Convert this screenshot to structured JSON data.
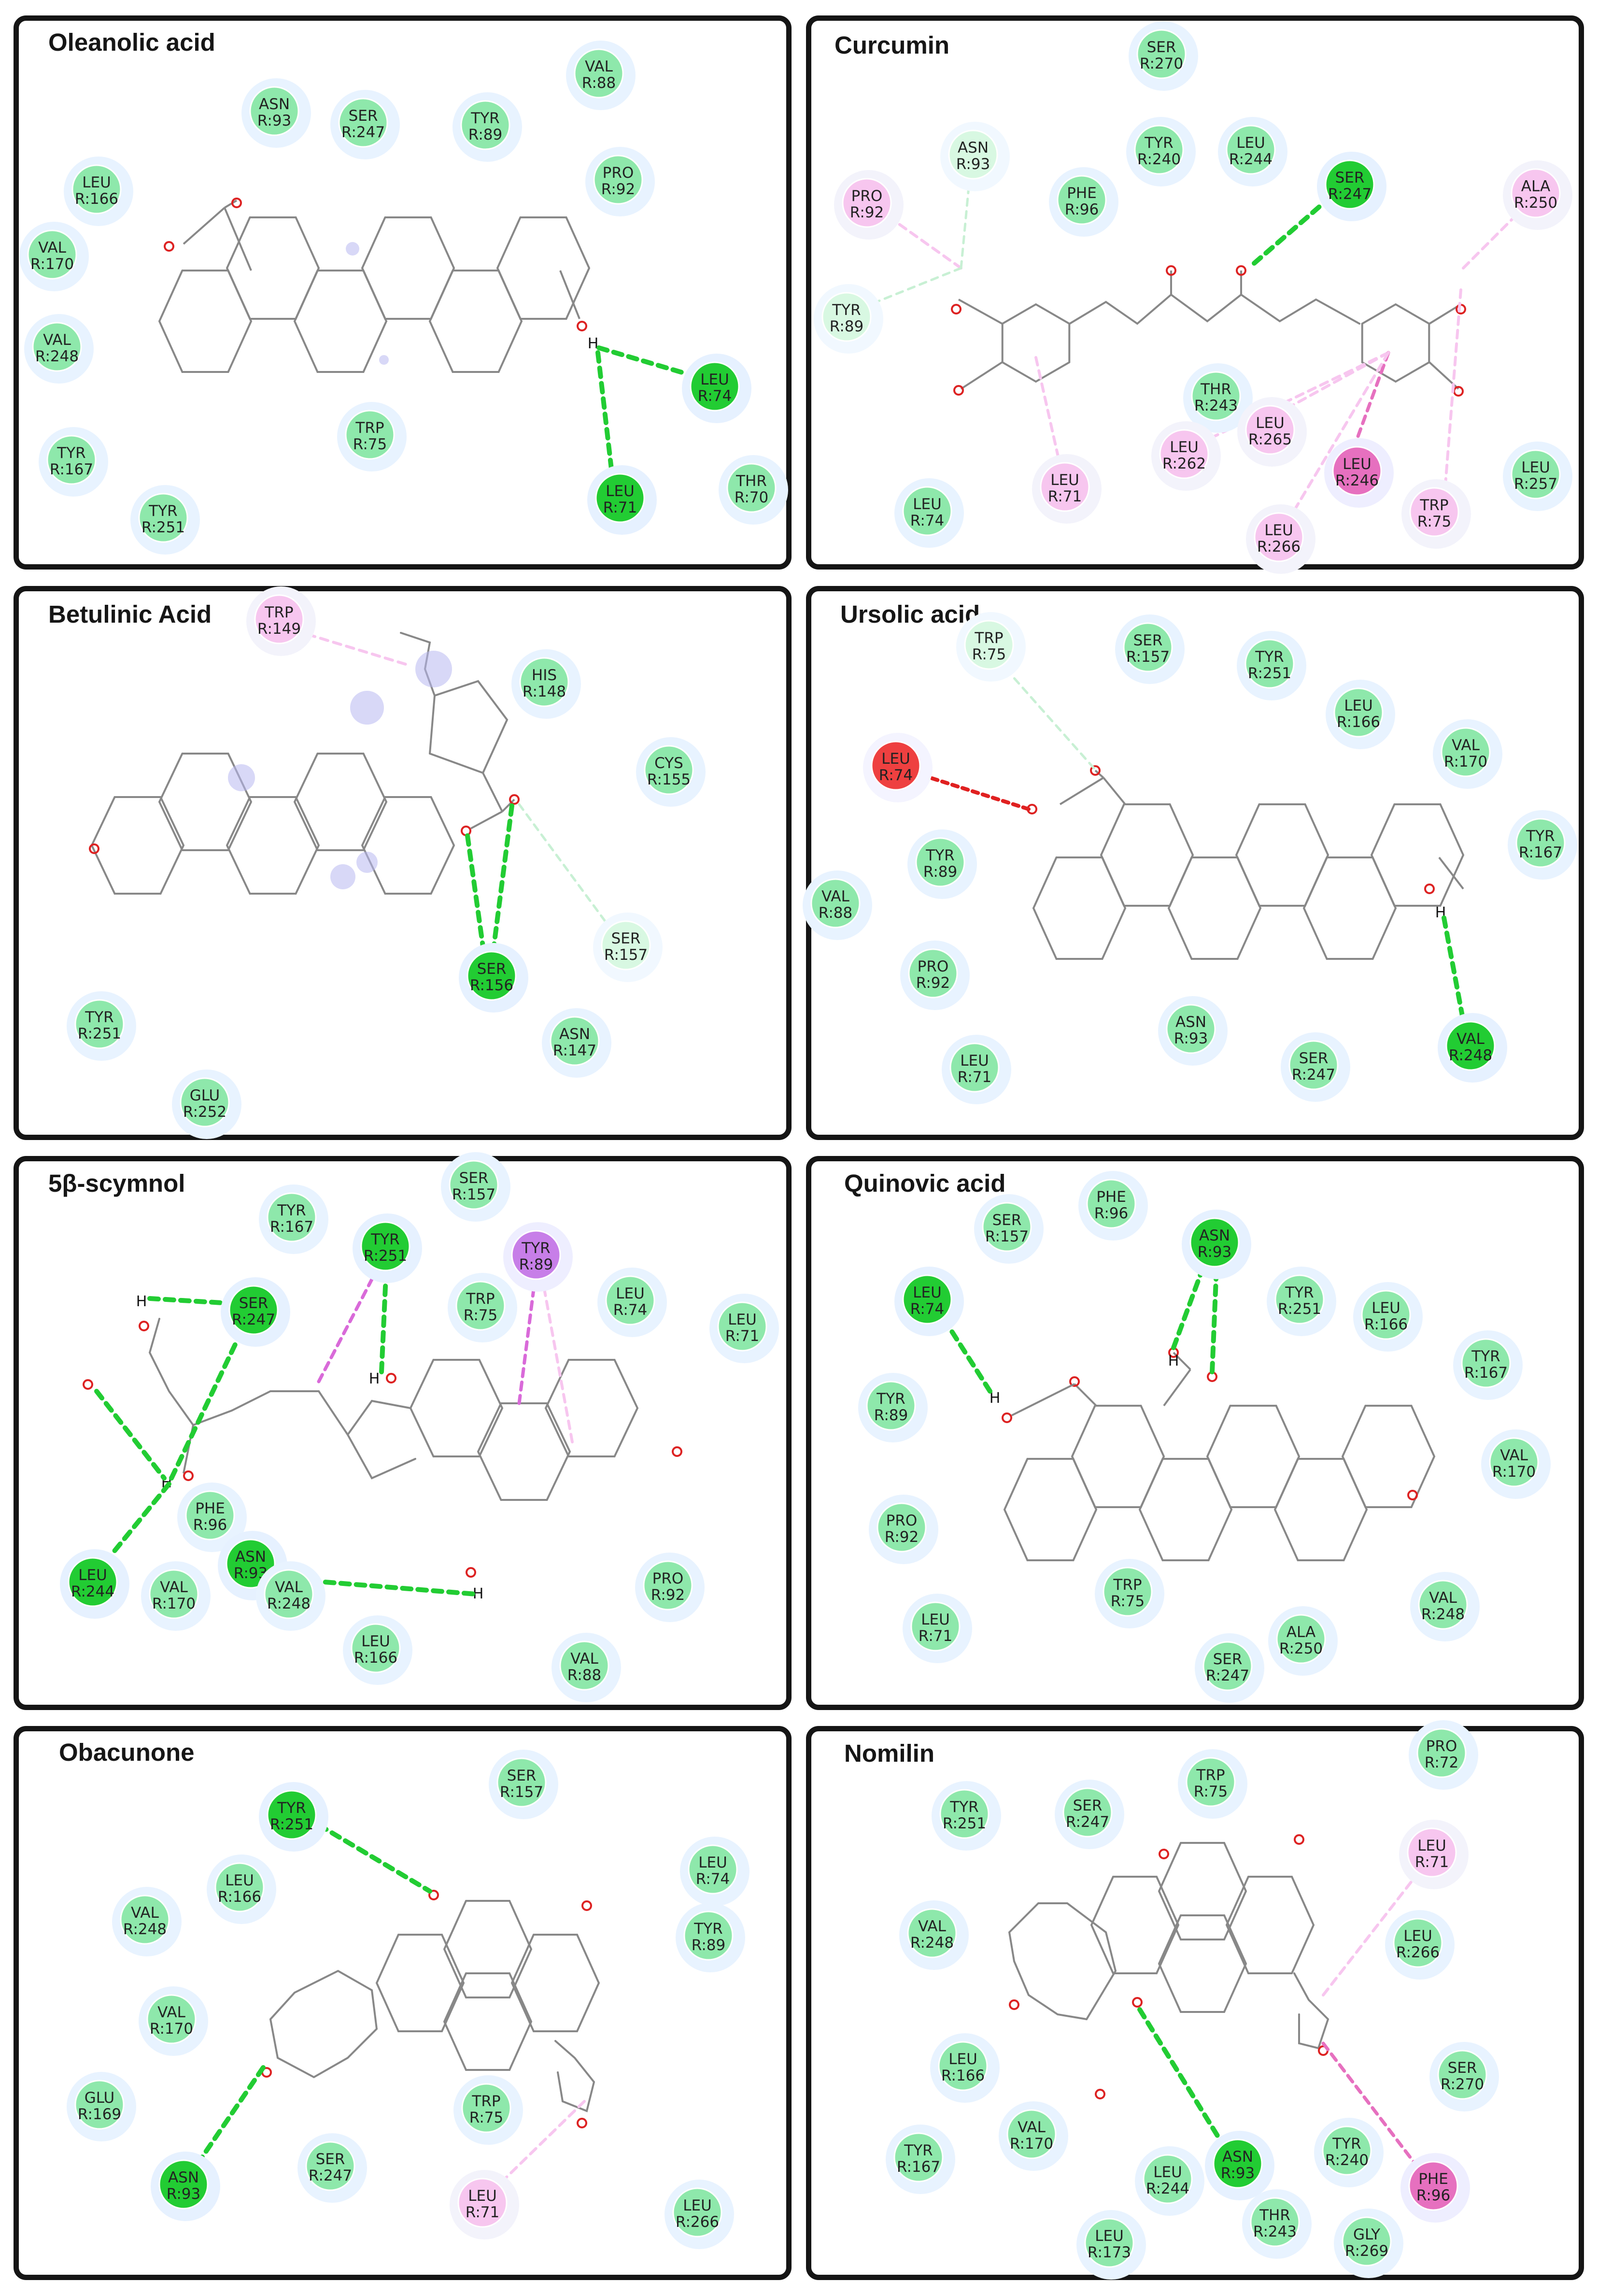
{
  "colors": {
    "vdw": "#8ee8ab",
    "hbond": "#22cc33",
    "alkyl": "#f7c6ef",
    "alkyl_dark": "#e670bf",
    "pi_sigma": "#c77ee8",
    "unfavorable": "#ee4040",
    "bond": "#888888",
    "oxygen": "#dd2222",
    "panel_border": "#151515"
  },
  "panels": [
    {
      "id": "p1",
      "title": "Oleanolic acid",
      "residues": [
        [
          "LEU",
          "R:74",
          "hbond"
        ],
        [
          "LEU",
          "R:71",
          "hbond"
        ],
        [
          "ASN",
          "R:93",
          "vdw"
        ],
        [
          "SER",
          "R:247",
          "vdw"
        ],
        [
          "TYR",
          "R:89",
          "vdw"
        ],
        [
          "VAL",
          "R:88",
          "vdw"
        ],
        [
          "PRO",
          "R:92",
          "vdw"
        ],
        [
          "LEU",
          "R:166",
          "vdw"
        ],
        [
          "VAL",
          "R:170",
          "vdw"
        ],
        [
          "VAL",
          "R:248",
          "vdw"
        ],
        [
          "TRP",
          "R:75",
          "vdw"
        ],
        [
          "TYR",
          "R:167",
          "vdw"
        ],
        [
          "TYR",
          "R:251",
          "vdw"
        ],
        [
          "THR",
          "R:70",
          "vdw"
        ]
      ]
    },
    {
      "id": "p2",
      "title": "Curcumin",
      "residues": [
        [
          "SER",
          "R:270",
          "vdw"
        ],
        [
          "ASN",
          "R:93",
          "vdwlight"
        ],
        [
          "TYR",
          "R:240",
          "vdw"
        ],
        [
          "LEU",
          "R:244",
          "vdw"
        ],
        [
          "SER",
          "R:247",
          "hbond"
        ],
        [
          "PRO",
          "R:92",
          "alkyl"
        ],
        [
          "PHE",
          "R:96",
          "vdw"
        ],
        [
          "ALA",
          "R:250",
          "alkyl"
        ],
        [
          "TYR",
          "R:89",
          "vdwlight"
        ],
        [
          "THR",
          "R:243",
          "vdw"
        ],
        [
          "LEU",
          "R:265",
          "alkyl"
        ],
        [
          "LEU",
          "R:262",
          "alkyl"
        ],
        [
          "LEU",
          "R:71",
          "alkyl"
        ],
        [
          "LEU",
          "R:246",
          "alkyldark"
        ],
        [
          "LEU",
          "R:257",
          "vdw"
        ],
        [
          "LEU",
          "R:74",
          "vdw"
        ],
        [
          "TRP",
          "R:75",
          "alkyl"
        ],
        [
          "LEU",
          "R:266",
          "alkyl"
        ]
      ]
    },
    {
      "id": "p3",
      "title": "Betulinic Acid",
      "residues": [
        [
          "TRP",
          "R:149",
          "alkyl"
        ],
        [
          "HIS",
          "R:148",
          "vdw"
        ],
        [
          "CYS",
          "R:155",
          "vdw"
        ],
        [
          "SER",
          "R:157",
          "vdwlight"
        ],
        [
          "SER",
          "R:156",
          "hbond"
        ],
        [
          "ASN",
          "R:147",
          "vdw"
        ],
        [
          "TYR",
          "R:251",
          "vdw"
        ],
        [
          "GLU",
          "R:252",
          "vdw"
        ]
      ]
    },
    {
      "id": "p4",
      "title": "Ursolic acid",
      "residues": [
        [
          "TRP",
          "R:75",
          "vdwlight"
        ],
        [
          "SER",
          "R:157",
          "vdw"
        ],
        [
          "TYR",
          "R:251",
          "vdw"
        ],
        [
          "LEU",
          "R:166",
          "vdw"
        ],
        [
          "VAL",
          "R:170",
          "vdw"
        ],
        [
          "TYR",
          "R:167",
          "vdw"
        ],
        [
          "LEU",
          "R:74",
          "unfav"
        ],
        [
          "TYR",
          "R:89",
          "vdw"
        ],
        [
          "VAL",
          "R:88",
          "vdw"
        ],
        [
          "PRO",
          "R:92",
          "vdw"
        ],
        [
          "ASN",
          "R:93",
          "vdw"
        ],
        [
          "SER",
          "R:247",
          "vdw"
        ],
        [
          "LEU",
          "R:71",
          "vdw"
        ],
        [
          "VAL",
          "R:248",
          "hbond"
        ]
      ]
    },
    {
      "id": "p5",
      "title": "5β-scymnol",
      "residues": [
        [
          "SER",
          "R:157",
          "vdw"
        ],
        [
          "TYR",
          "R:167",
          "vdw"
        ],
        [
          "TYR",
          "R:251",
          "hbond"
        ],
        [
          "TYR",
          "R:89",
          "pisigma"
        ],
        [
          "SER",
          "R:247",
          "hbond"
        ],
        [
          "TRP",
          "R:75",
          "vdw"
        ],
        [
          "LEU",
          "R:74",
          "vdw"
        ],
        [
          "LEU",
          "R:71",
          "vdw"
        ],
        [
          "PHE",
          "R:96",
          "vdw"
        ],
        [
          "ASN",
          "R:93",
          "hbond"
        ],
        [
          "VAL",
          "R:248",
          "vdw"
        ],
        [
          "LEU",
          "R:244",
          "hbond"
        ],
        [
          "VAL",
          "R:170",
          "vdw"
        ],
        [
          "PRO",
          "R:92",
          "vdw"
        ],
        [
          "LEU",
          "R:166",
          "vdw"
        ],
        [
          "VAL",
          "R:88",
          "vdw"
        ]
      ]
    },
    {
      "id": "p6",
      "title": "Quinovic acid",
      "residues": [
        [
          "PHE",
          "R:96",
          "vdw"
        ],
        [
          "SER",
          "R:157",
          "vdw"
        ],
        [
          "ASN",
          "R:93",
          "hbond"
        ],
        [
          "LEU",
          "R:74",
          "hbond"
        ],
        [
          "TYR",
          "R:251",
          "vdw"
        ],
        [
          "LEU",
          "R:166",
          "vdw"
        ],
        [
          "TYR",
          "R:167",
          "vdw"
        ],
        [
          "TYR",
          "R:89",
          "vdw"
        ],
        [
          "VAL",
          "R:170",
          "vdw"
        ],
        [
          "PRO",
          "R:92",
          "vdw"
        ],
        [
          "TRP",
          "R:75",
          "vdw"
        ],
        [
          "VAL",
          "R:248",
          "vdw"
        ],
        [
          "LEU",
          "R:71",
          "vdw"
        ],
        [
          "ALA",
          "R:250",
          "vdw"
        ],
        [
          "SER",
          "R:247",
          "vdw"
        ]
      ]
    },
    {
      "id": "p7",
      "title": "Obacunone",
      "residues": [
        [
          "SER",
          "R:157",
          "vdw"
        ],
        [
          "TYR",
          "R:251",
          "hbond"
        ],
        [
          "LEU",
          "R:74",
          "vdw"
        ],
        [
          "LEU",
          "R:166",
          "vdw"
        ],
        [
          "VAL",
          "R:248",
          "vdw"
        ],
        [
          "TYR",
          "R:89",
          "vdw"
        ],
        [
          "VAL",
          "R:170",
          "vdw"
        ],
        [
          "GLU",
          "R:169",
          "vdw"
        ],
        [
          "TRP",
          "R:75",
          "vdw"
        ],
        [
          "ASN",
          "R:93",
          "hbond"
        ],
        [
          "SER",
          "R:247",
          "vdw"
        ],
        [
          "LEU",
          "R:71",
          "alkyl"
        ],
        [
          "LEU",
          "R:266",
          "vdw"
        ]
      ]
    },
    {
      "id": "p8",
      "title": "Nomilin",
      "residues": [
        [
          "PRO",
          "R:72",
          "vdw"
        ],
        [
          "TRP",
          "R:75",
          "vdw"
        ],
        [
          "TYR",
          "R:251",
          "vdw"
        ],
        [
          "SER",
          "R:247",
          "vdw"
        ],
        [
          "LEU",
          "R:71",
          "alkyl"
        ],
        [
          "LEU",
          "R:266",
          "vdw"
        ],
        [
          "VAL",
          "R:248",
          "vdw"
        ],
        [
          "SER",
          "R:270",
          "vdw"
        ],
        [
          "LEU",
          "R:166",
          "vdw"
        ],
        [
          "VAL",
          "R:170",
          "vdw"
        ],
        [
          "TYR",
          "R:240",
          "vdw"
        ],
        [
          "TYR",
          "R:167",
          "vdw"
        ],
        [
          "LEU",
          "R:244",
          "vdw"
        ],
        [
          "ASN",
          "R:93",
          "hbond"
        ],
        [
          "PHE",
          "R:96",
          "alkyldark"
        ],
        [
          "THR",
          "R:243",
          "vdw"
        ],
        [
          "LEU",
          "R:173",
          "vdw"
        ],
        [
          "GLY",
          "R:269",
          "vdw"
        ]
      ]
    }
  ]
}
